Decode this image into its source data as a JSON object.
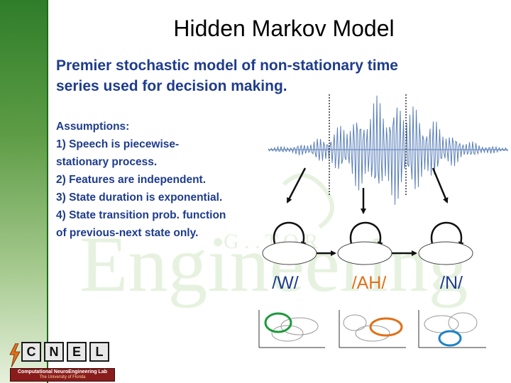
{
  "slide": {
    "title": "Hidden Markov Model",
    "subtitle_line1": "Premier stochastic model of non-stationary time",
    "subtitle_line2": "series used for decision making.",
    "assumptions": [
      "Assumptions:",
      "1) Speech is piecewise-",
      "stationary process.",
      "2) Features are independent.",
      "3) State duration is exponential.",
      "4) State transition prob. function",
      "of previous-next state only."
    ]
  },
  "diagram": {
    "states": [
      "/W/",
      "/AH/",
      "/N/"
    ],
    "state_label_colors": [
      "#1e3c8c",
      "#e0701a",
      "#1e3c8c"
    ],
    "gaussian_colors": [
      "#1a9a3a",
      "#e0701a",
      "#1b82c8"
    ]
  },
  "watermark": {
    "text": "Engineering",
    "arc_text": "G . . T O R"
  },
  "logo": {
    "letters": [
      "C",
      "N",
      "E",
      "L"
    ],
    "line1": "Computational NeuroEngineering Lab",
    "line2": "The University of Florida"
  },
  "colors": {
    "title": "#000000",
    "body": "#1e3c8c",
    "sidebar": "#2f7d2a",
    "wave": "#5a7fb8"
  }
}
